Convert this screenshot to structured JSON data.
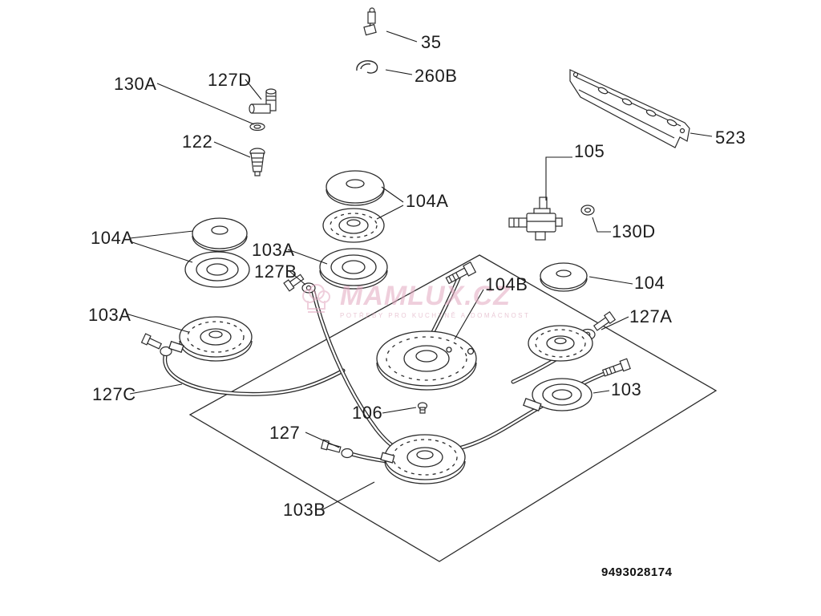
{
  "diagram": {
    "doc_number": "9493028174",
    "watermark": {
      "brand": "MAMLUX.CZ",
      "tagline": "POTŘEBY PRO KUCHYNĚ A DOMÁCNOST"
    },
    "labels": [
      {
        "part": "130A",
        "text": "130A"
      },
      {
        "part": "127D",
        "text": "127D"
      },
      {
        "part": "122",
        "text": "122"
      },
      {
        "part": "35",
        "text": "35"
      },
      {
        "part": "260B",
        "text": "260B"
      },
      {
        "part": "523",
        "text": "523"
      },
      {
        "part": "105",
        "text": "105"
      },
      {
        "part": "104A-top",
        "text": "104A"
      },
      {
        "part": "104A-left",
        "text": "104A"
      },
      {
        "part": "103A-top",
        "text": "103A"
      },
      {
        "part": "127B",
        "text": "127B"
      },
      {
        "part": "130D",
        "text": "130D"
      },
      {
        "part": "104B",
        "text": "104B"
      },
      {
        "part": "104",
        "text": "104"
      },
      {
        "part": "127A",
        "text": "127A"
      },
      {
        "part": "103A-left",
        "text": "103A"
      },
      {
        "part": "103",
        "text": "103"
      },
      {
        "part": "127C",
        "text": "127C"
      },
      {
        "part": "106",
        "text": "106"
      },
      {
        "part": "127",
        "text": "127"
      },
      {
        "part": "103B",
        "text": "103B"
      }
    ]
  }
}
